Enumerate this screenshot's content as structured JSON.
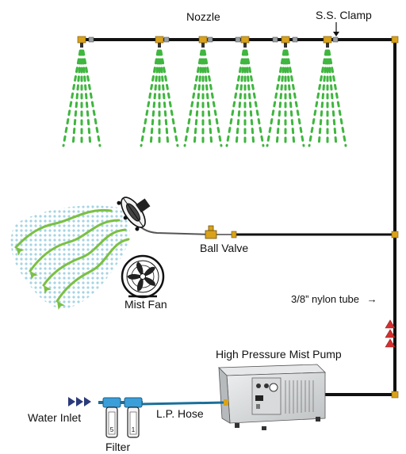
{
  "labels": {
    "nozzle": "Nozzle",
    "clamp": "S.S. Clamp",
    "ball_valve": "Ball Valve",
    "mist_fan": "Mist Fan",
    "tube": "3/8” nylon tube",
    "tube_arrow": "→",
    "pump": "High Pressure Mist Pump",
    "water_inlet": "Water Inlet",
    "lp_hose": "L.P. Hose",
    "filter": "Filter",
    "filter_left_mark": "5",
    "filter_right_mark": "1"
  },
  "colors": {
    "pipe": "#111111",
    "fitting": "#d9a21a",
    "mist": "#3fb63f",
    "fan_mist": "#9ccfe0",
    "fan_arrow": "#7bc043",
    "flow_arrow": "#d62f2f",
    "inlet_arrow": "#2b3a7a",
    "filter_cap": "#3a9fd8",
    "hose": "#1b6f9a",
    "pump_body": "#d5d7d8"
  },
  "nozzle_count": 6,
  "icons": [
    "nozzle-icon",
    "clamp-icon",
    "ball-valve-icon",
    "mist-fan-icon",
    "filter-icon",
    "pump-icon",
    "flow-arrow-icon",
    "inlet-arrow-icon"
  ]
}
